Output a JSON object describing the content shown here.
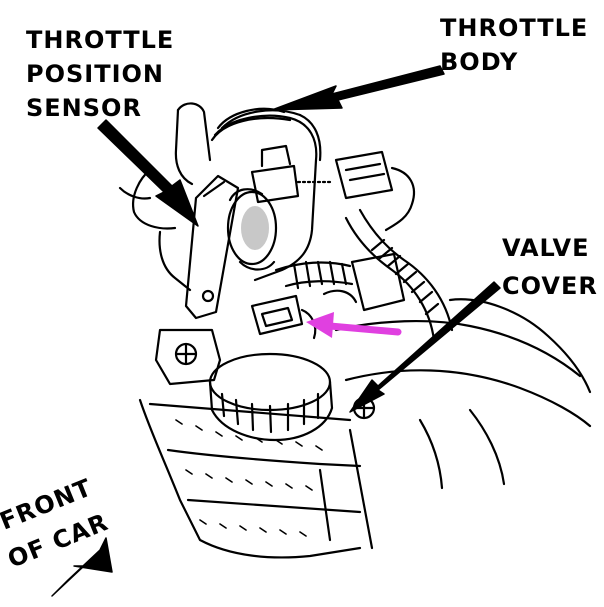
{
  "labels": {
    "tps": [
      "THROTTLE",
      "POSITION",
      "SENSOR"
    ],
    "throttle_body": [
      "THROTTLE",
      "BODY"
    ],
    "valve_cover": [
      "VALVE",
      "COVER"
    ],
    "front_of_car": [
      "FRONT",
      "OF CAR"
    ]
  },
  "colors": {
    "ink": "#000000",
    "highlight_arrow": "#e040e0",
    "background": "#ffffff"
  }
}
